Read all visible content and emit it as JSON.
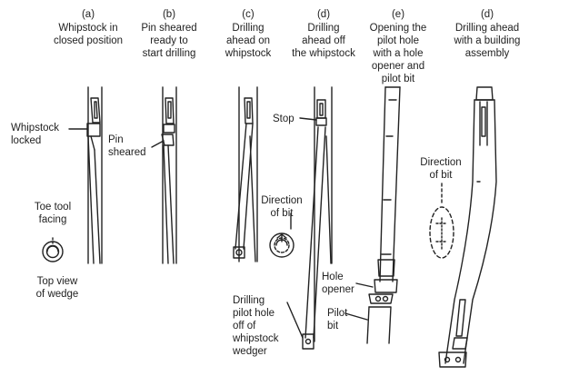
{
  "panels": [
    {
      "letter": "(a)",
      "caption": "Whipstock in\nclosed position"
    },
    {
      "letter": "(b)",
      "caption": "Pin sheared\nready to\nstart drilling"
    },
    {
      "letter": "(c)",
      "caption": "Drilling\nahead on\nwhipstock"
    },
    {
      "letter": "(d)",
      "caption": "Drilling\nahead off\nthe whipstock"
    },
    {
      "letter": "(e)",
      "caption": "Opening the\npilot hole\nwith a hole\nopener and\npilot bit"
    },
    {
      "letter": "(d)",
      "caption": "Drilling ahead\nwith a building\nassembly"
    }
  ],
  "annotations": {
    "whipstock_locked": "Whipstock\nlocked",
    "pin_sheared": "Pin\nsheared",
    "toe_tool_facing": "Toe tool\nfacing",
    "top_view_of_wedge": "Top view\nof wedge",
    "stop": "Stop",
    "direction_of_bit_c": "Direction\nof bit",
    "drilling_pilot_hole": "Drilling\npilot hole\noff of\nwhipstock\nwedger",
    "hole_opener": "Hole\nopener",
    "pilot_bit": "Pilot\nbit",
    "direction_of_bit_f": "Direction\nof bit"
  }
}
